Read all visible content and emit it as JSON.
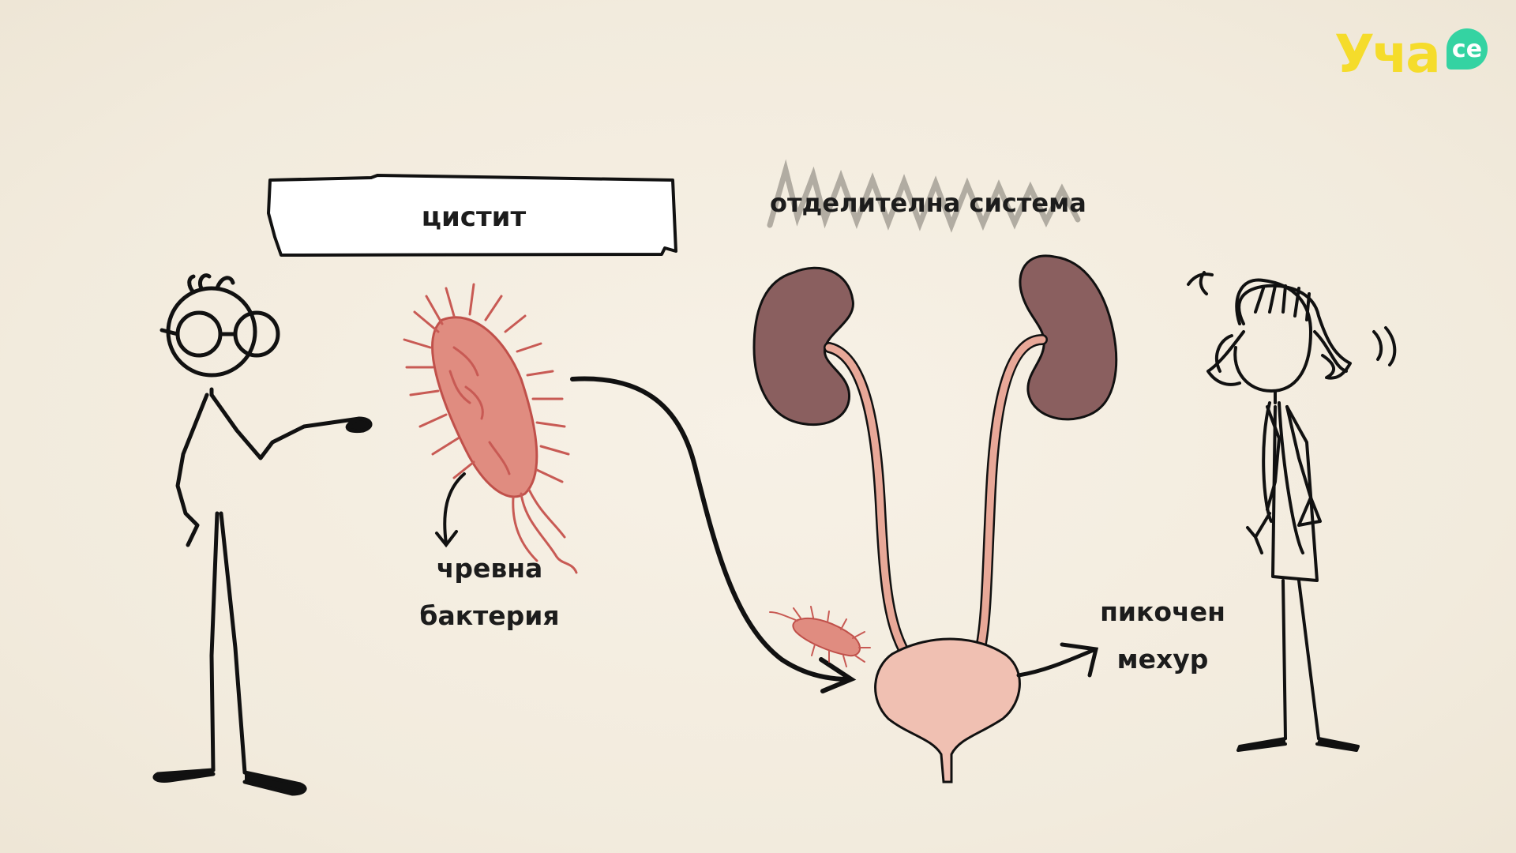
{
  "title_box": {
    "text": "цистит"
  },
  "system_label": {
    "text": "отделителна система"
  },
  "bacteria_label": {
    "text": "чревна бактерия"
  },
  "bladder_label": {
    "text": "пикочен мехур"
  },
  "logo": {
    "text": "Уча",
    "badge": "се"
  },
  "colors": {
    "background": "#f5efe3",
    "kidney": "#8a5f5f",
    "ureter": "#e8a898",
    "bladder": "#f0c0b2",
    "bacteria": "#d96a62",
    "logo_yellow": "#f5dc2b",
    "logo_green": "#34d3a2",
    "ink": "#111111"
  }
}
